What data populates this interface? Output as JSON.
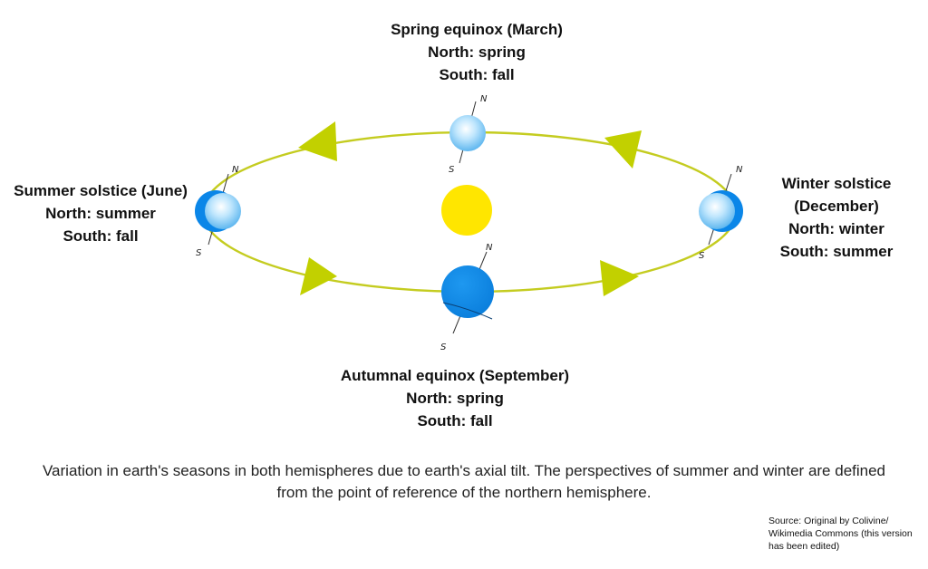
{
  "labels": {
    "spring": {
      "line1": "Spring equinox (March)",
      "line2": "North: spring",
      "line3": "South: fall"
    },
    "summer": {
      "line1": "Summer solstice (June)",
      "line2": "North: summer",
      "line3": "South: fall"
    },
    "winter": {
      "line1": "Winter solstice",
      "line2": "(December)",
      "line3": "North: winter",
      "line4": "South: summer"
    },
    "autumn": {
      "line1": "Autumnal equinox (September)",
      "line2": "North: spring",
      "line3": "South: fall"
    }
  },
  "pole_labels": {
    "north": "N",
    "south": "S"
  },
  "caption": "Variation in earth's seasons in both hemispheres due to earth's axial tilt. The perspectives of summer and winter are defined from the point of reference of the northern hemisphere.",
  "source": "Source: Original by Colivine/ Wikimedia Commons (this version has been edited)",
  "colors": {
    "orbit": "#c4cc20",
    "arrow": "#c2d000",
    "sun": "#ffe600",
    "earth_dark": "#0a86e8",
    "earth_light": "#a9dcfb"
  }
}
